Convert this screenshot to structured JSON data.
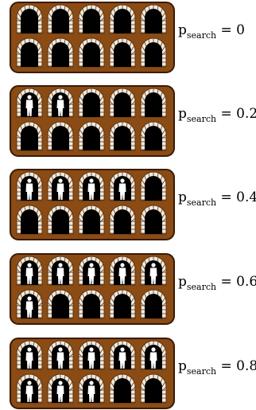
{
  "colors": {
    "board": "#8a4b14",
    "board_edge": "#3a1a05",
    "brick_light": "#f2e9dd",
    "brick_mortar": "#5a3412",
    "doorway": "#000000",
    "person": "#ffffff"
  },
  "panels": [
    {
      "label_p": "p",
      "label_sub": "search",
      "label_value": "= 0",
      "occupied": [
        0,
        0,
        0,
        0,
        0,
        0,
        0,
        0,
        0,
        0
      ]
    },
    {
      "label_p": "p",
      "label_sub": "search",
      "label_value": "= 0.2",
      "occupied": [
        1,
        1,
        0,
        0,
        0,
        0,
        0,
        0,
        0,
        0
      ]
    },
    {
      "label_p": "p",
      "label_sub": "search",
      "label_value": "= 0.4",
      "occupied": [
        1,
        1,
        1,
        1,
        0,
        0,
        0,
        0,
        0,
        0
      ]
    },
    {
      "label_p": "p",
      "label_sub": "search",
      "label_value": "= 0.6",
      "occupied": [
        1,
        1,
        1,
        1,
        1,
        1,
        0,
        0,
        0,
        0
      ]
    },
    {
      "label_p": "p",
      "label_sub": "search",
      "label_value": "= 0.8",
      "occupied": [
        1,
        1,
        1,
        1,
        1,
        1,
        1,
        1,
        0,
        0
      ]
    }
  ]
}
